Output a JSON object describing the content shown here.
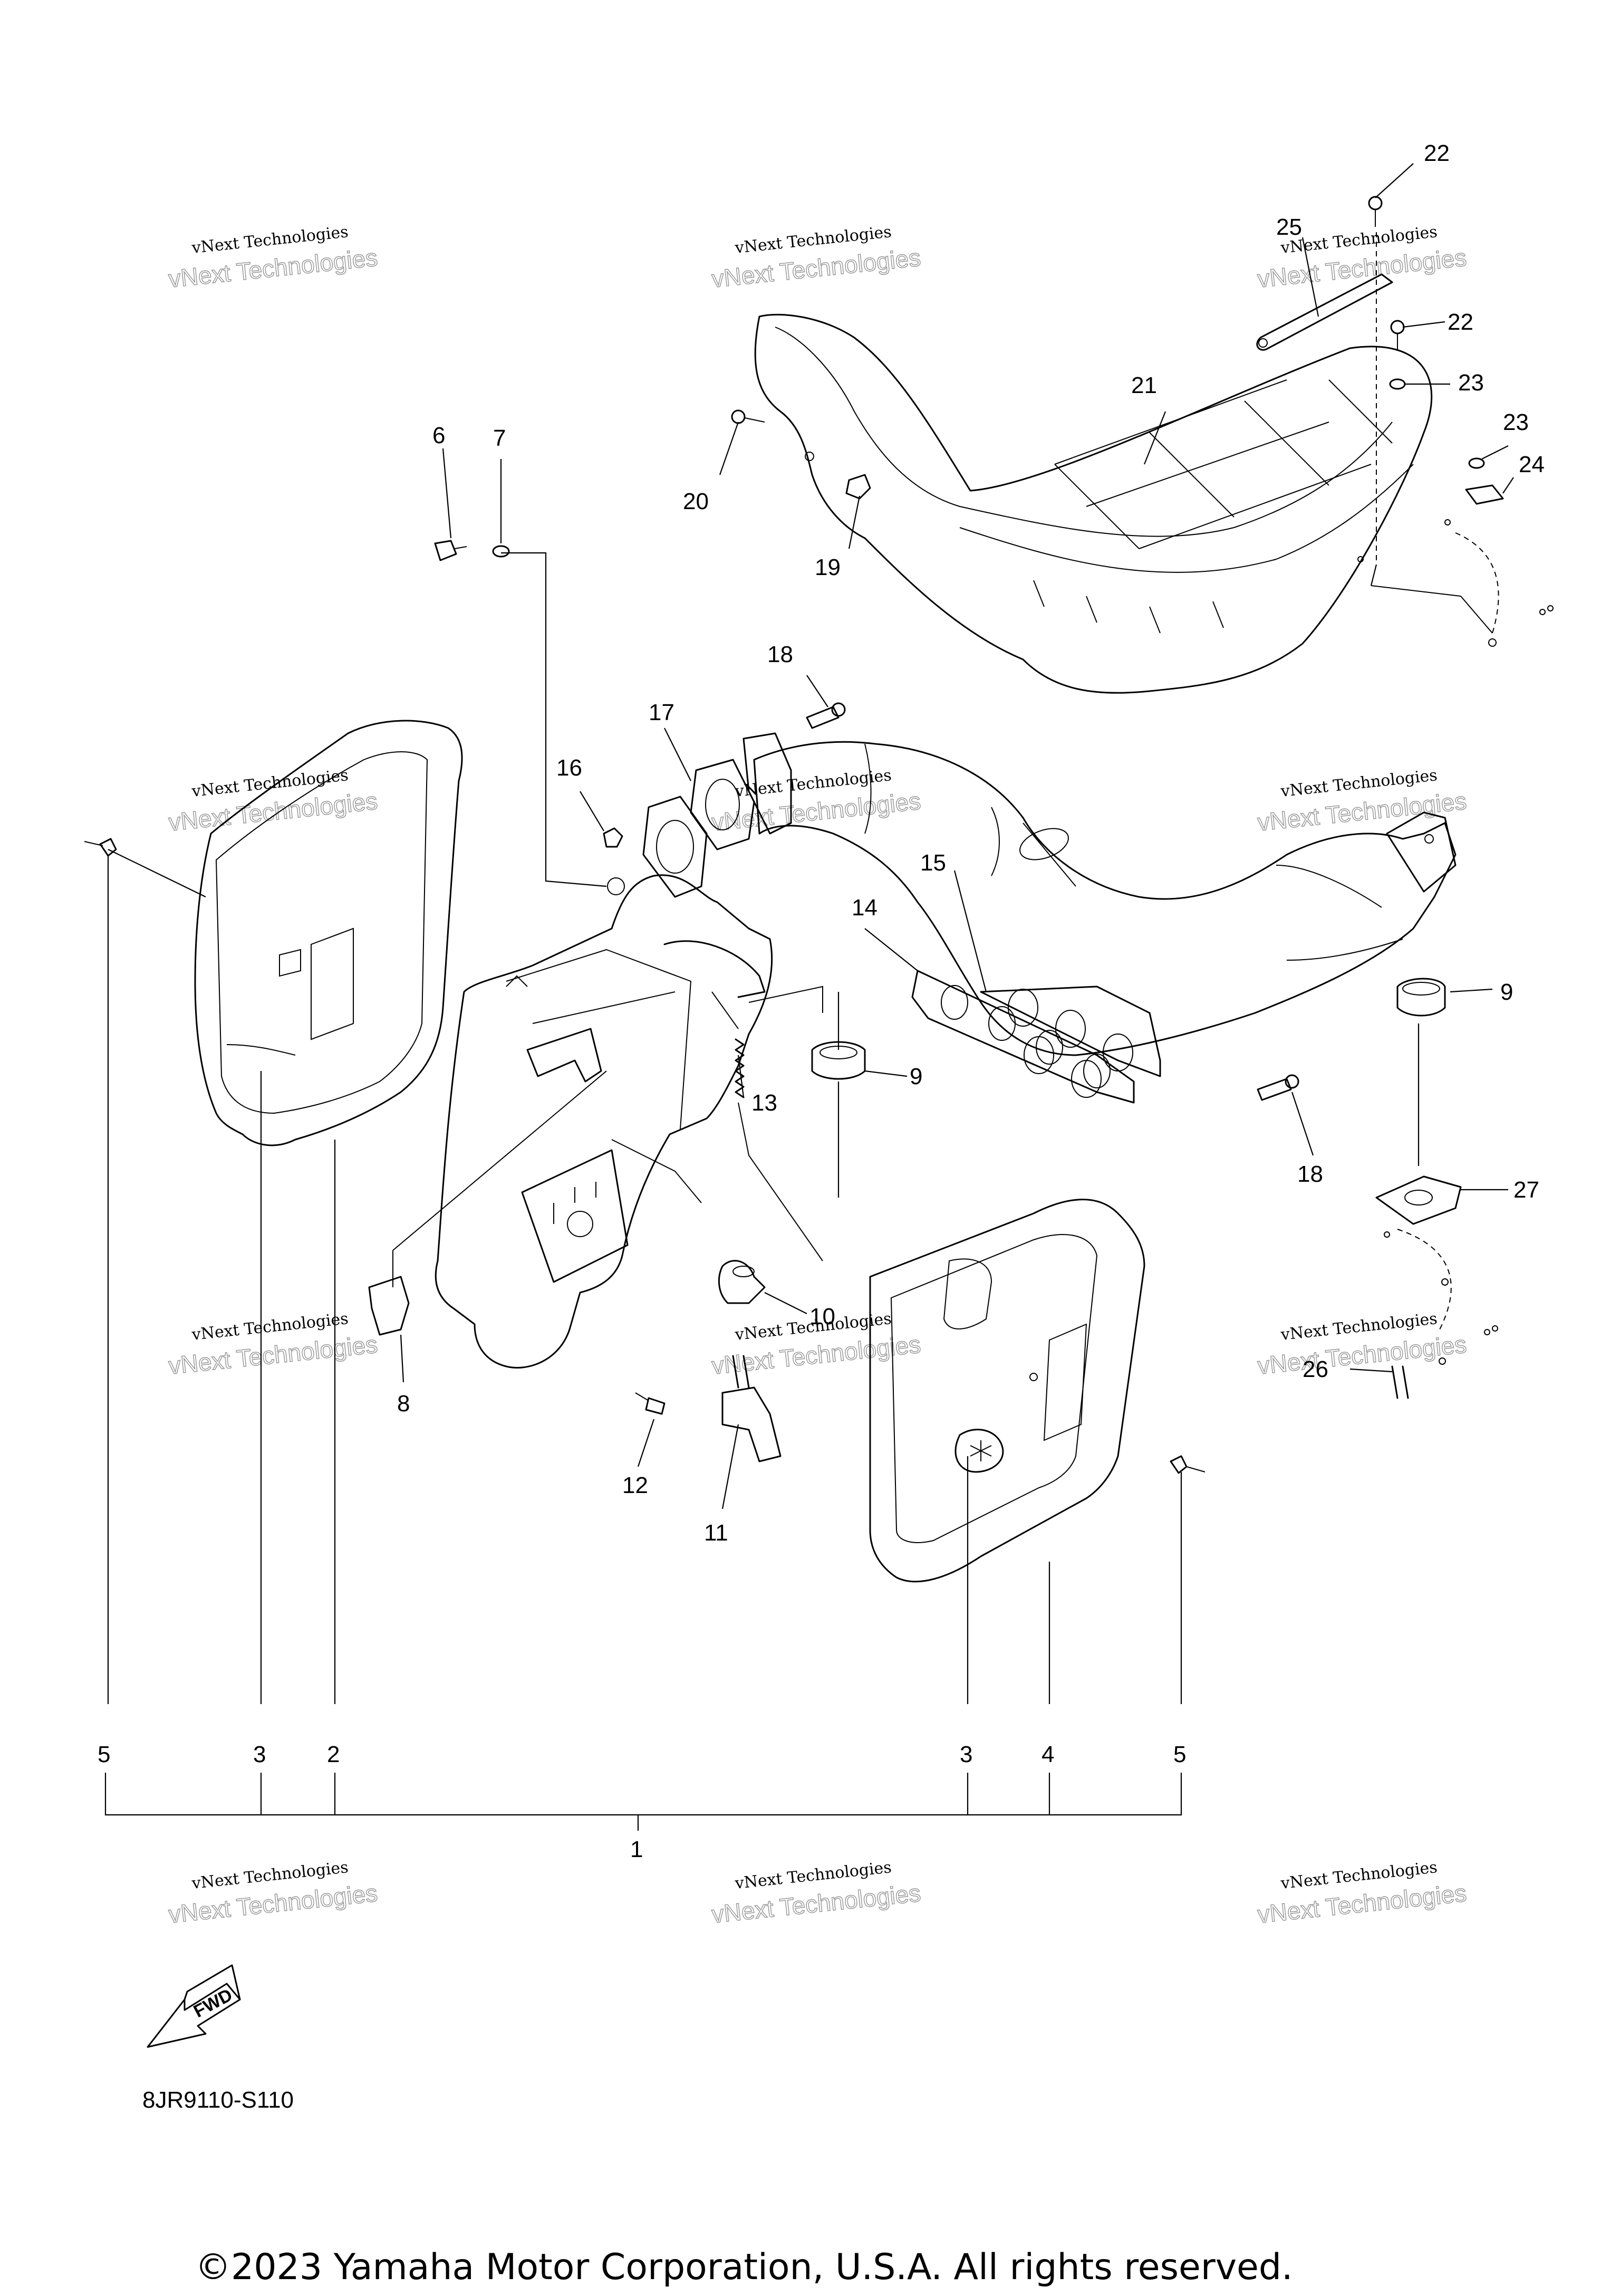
{
  "diagram_code": "8JR9110-S110",
  "copyright": "©2023 Yamaha Motor Corporation, U.S.A. All rights reserved.",
  "watermark": {
    "line1": "vNext Technologies",
    "line2": "vNext Technologies"
  },
  "fwd_label": "FWD",
  "callouts": {
    "c1": "1",
    "c2": "2",
    "c3a": "3",
    "c3b": "3",
    "c4": "4",
    "c5a": "5",
    "c5b": "5",
    "c6": "6",
    "c7": "7",
    "c8": "8",
    "c9a": "9",
    "c9b": "9",
    "c10": "10",
    "c11": "11",
    "c12": "12",
    "c13": "13",
    "c14": "14",
    "c15": "15",
    "c16": "16",
    "c17": "17",
    "c18a": "18",
    "c18b": "18",
    "c19": "19",
    "c20": "20",
    "c21": "21",
    "c22a": "22",
    "c22b": "22",
    "c23a": "23",
    "c23b": "23",
    "c24": "24",
    "c25": "25",
    "c26": "26",
    "c27": "27"
  }
}
